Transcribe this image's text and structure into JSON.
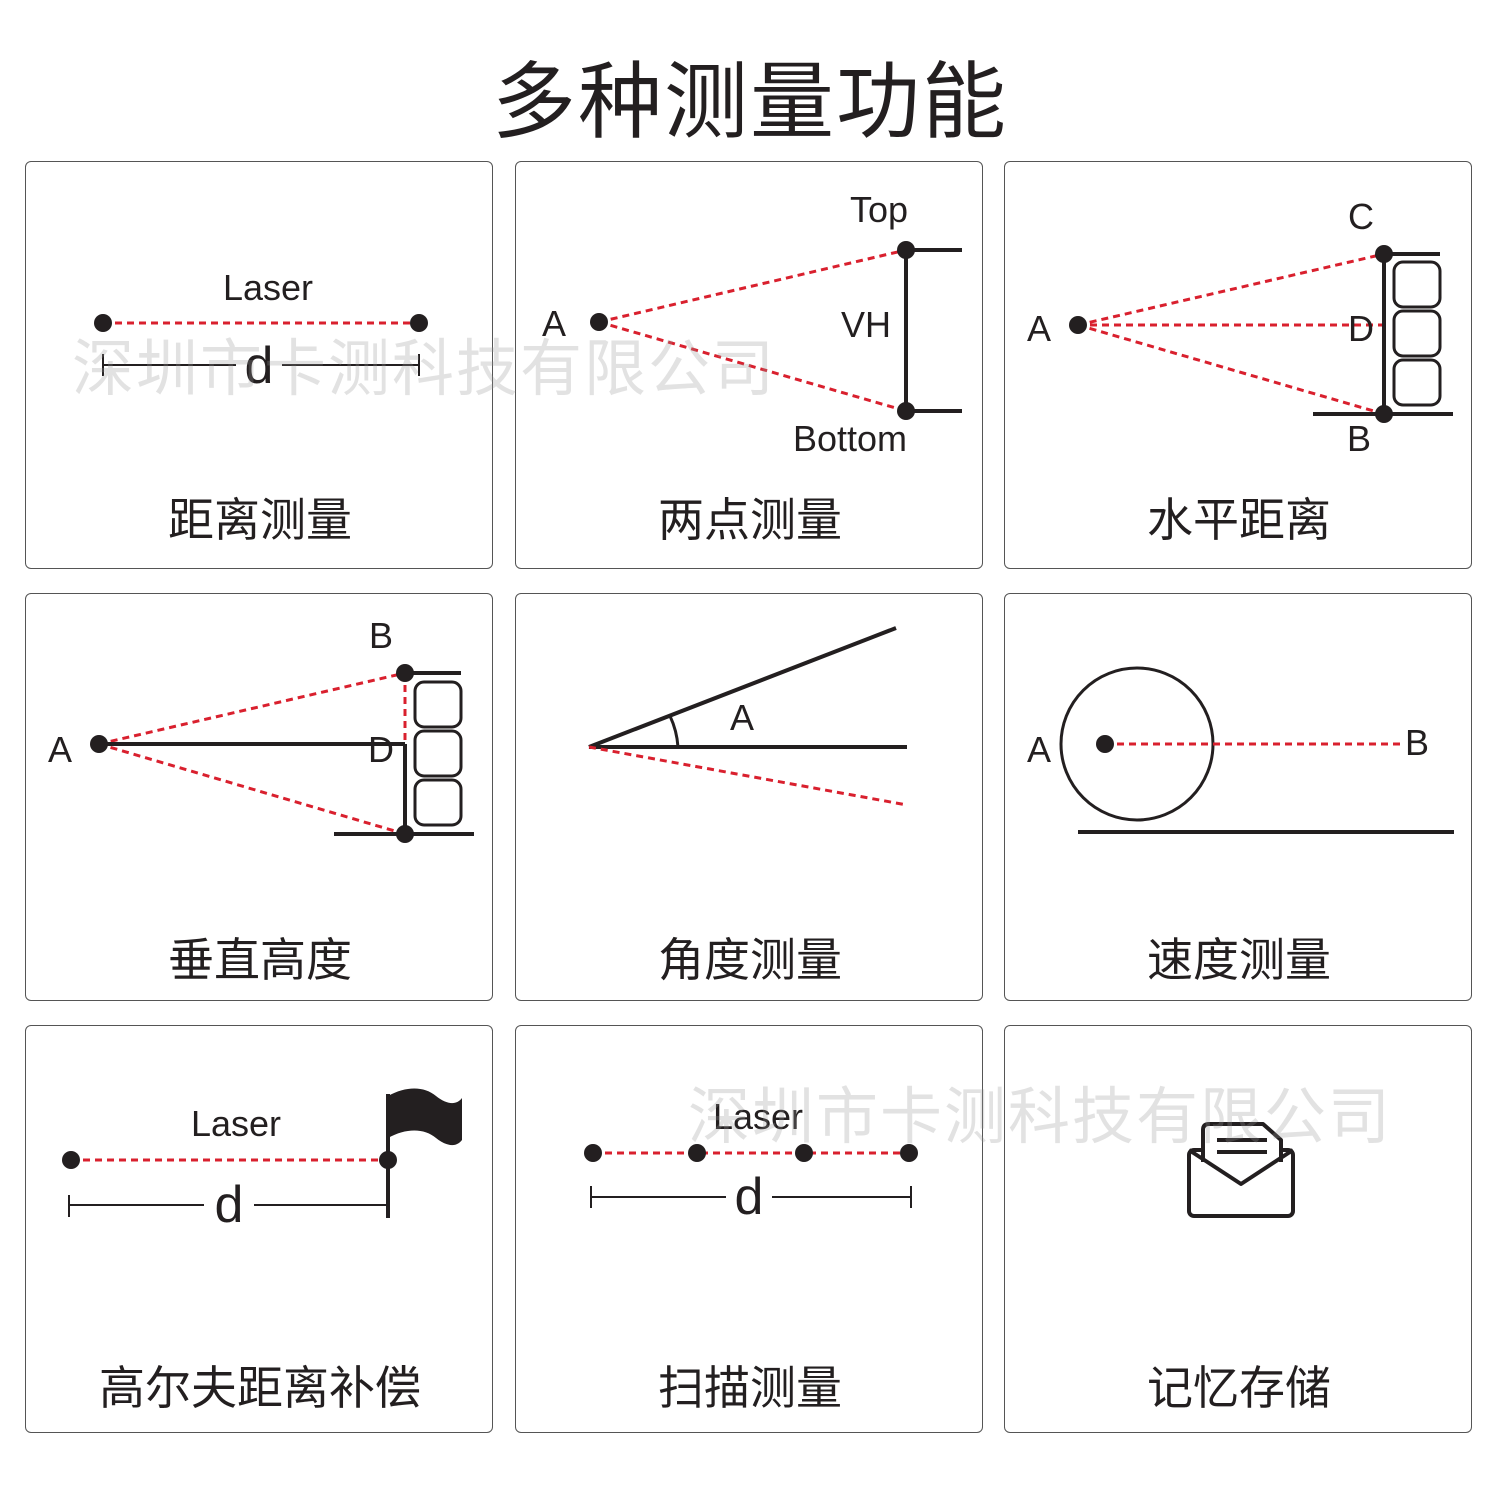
{
  "title": "多种测量功能",
  "watermark": "深圳市卡测科技有限公司",
  "colors": {
    "laser_line": "#d9202e",
    "ink": "#231f20",
    "border": "#555555"
  },
  "cards": [
    {
      "label": "距离测量",
      "texts": {
        "laser": "Laser",
        "d": "d"
      }
    },
    {
      "label": "两点测量",
      "texts": {
        "top": "Top",
        "a": "A",
        "vh": "VH",
        "bottom": "Bottom"
      }
    },
    {
      "label": "水平距离",
      "texts": {
        "c": "C",
        "a": "A",
        "d": "D",
        "b": "B"
      }
    },
    {
      "label": "垂直高度",
      "texts": {
        "b": "B",
        "a": "A",
        "d": "D"
      }
    },
    {
      "label": "角度测量",
      "texts": {
        "a": "A"
      }
    },
    {
      "label": "速度测量",
      "texts": {
        "a": "A",
        "b": "B"
      }
    },
    {
      "label": "高尔夫距离补偿",
      "texts": {
        "laser": "Laser",
        "d": "d"
      }
    },
    {
      "label": "扫描测量",
      "texts": {
        "laser": "Laser",
        "d": "d"
      }
    },
    {
      "label": "记忆存储",
      "icon": "envelope-letter-icon"
    }
  ]
}
